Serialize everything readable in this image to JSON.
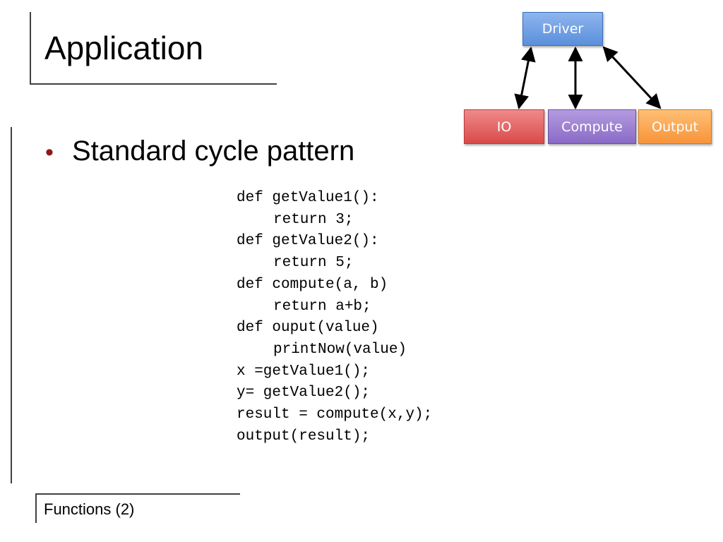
{
  "slide": {
    "title": "Application",
    "bullet": "Standard cycle pattern",
    "footer": "Functions (2)"
  },
  "code": [
    {
      "text": "def getValue1():",
      "indent": false
    },
    {
      "text": "return 3;",
      "indent": true
    },
    {
      "text": "def getValue2():",
      "indent": false
    },
    {
      "text": "return 5;",
      "indent": true
    },
    {
      "text": "def compute(a, b)",
      "indent": false
    },
    {
      "text": "return a+b;",
      "indent": true
    },
    {
      "text": "def ouput(value)",
      "indent": false
    },
    {
      "text": "printNow(value)",
      "indent": true
    },
    {
      "text": "x =getValue1();",
      "indent": false
    },
    {
      "text": "y= getValue2();",
      "indent": false
    },
    {
      "text": "result = compute(x,y);",
      "indent": false
    },
    {
      "text": "output(result);",
      "indent": false
    }
  ],
  "diagram": {
    "nodes": {
      "driver": "Driver",
      "io": "IO",
      "compute": "Compute",
      "output": "Output"
    },
    "edges": [
      {
        "from": "driver",
        "to": "io",
        "bidirectional": true
      },
      {
        "from": "driver",
        "to": "compute",
        "bidirectional": true
      },
      {
        "from": "driver",
        "to": "output",
        "bidirectional": true
      }
    ]
  },
  "colors": {
    "bullet": "#8b1a1a",
    "driver": "#5b8fdb",
    "io": "#d94a4a",
    "compute": "#8a6ac6",
    "output": "#f7943a"
  }
}
